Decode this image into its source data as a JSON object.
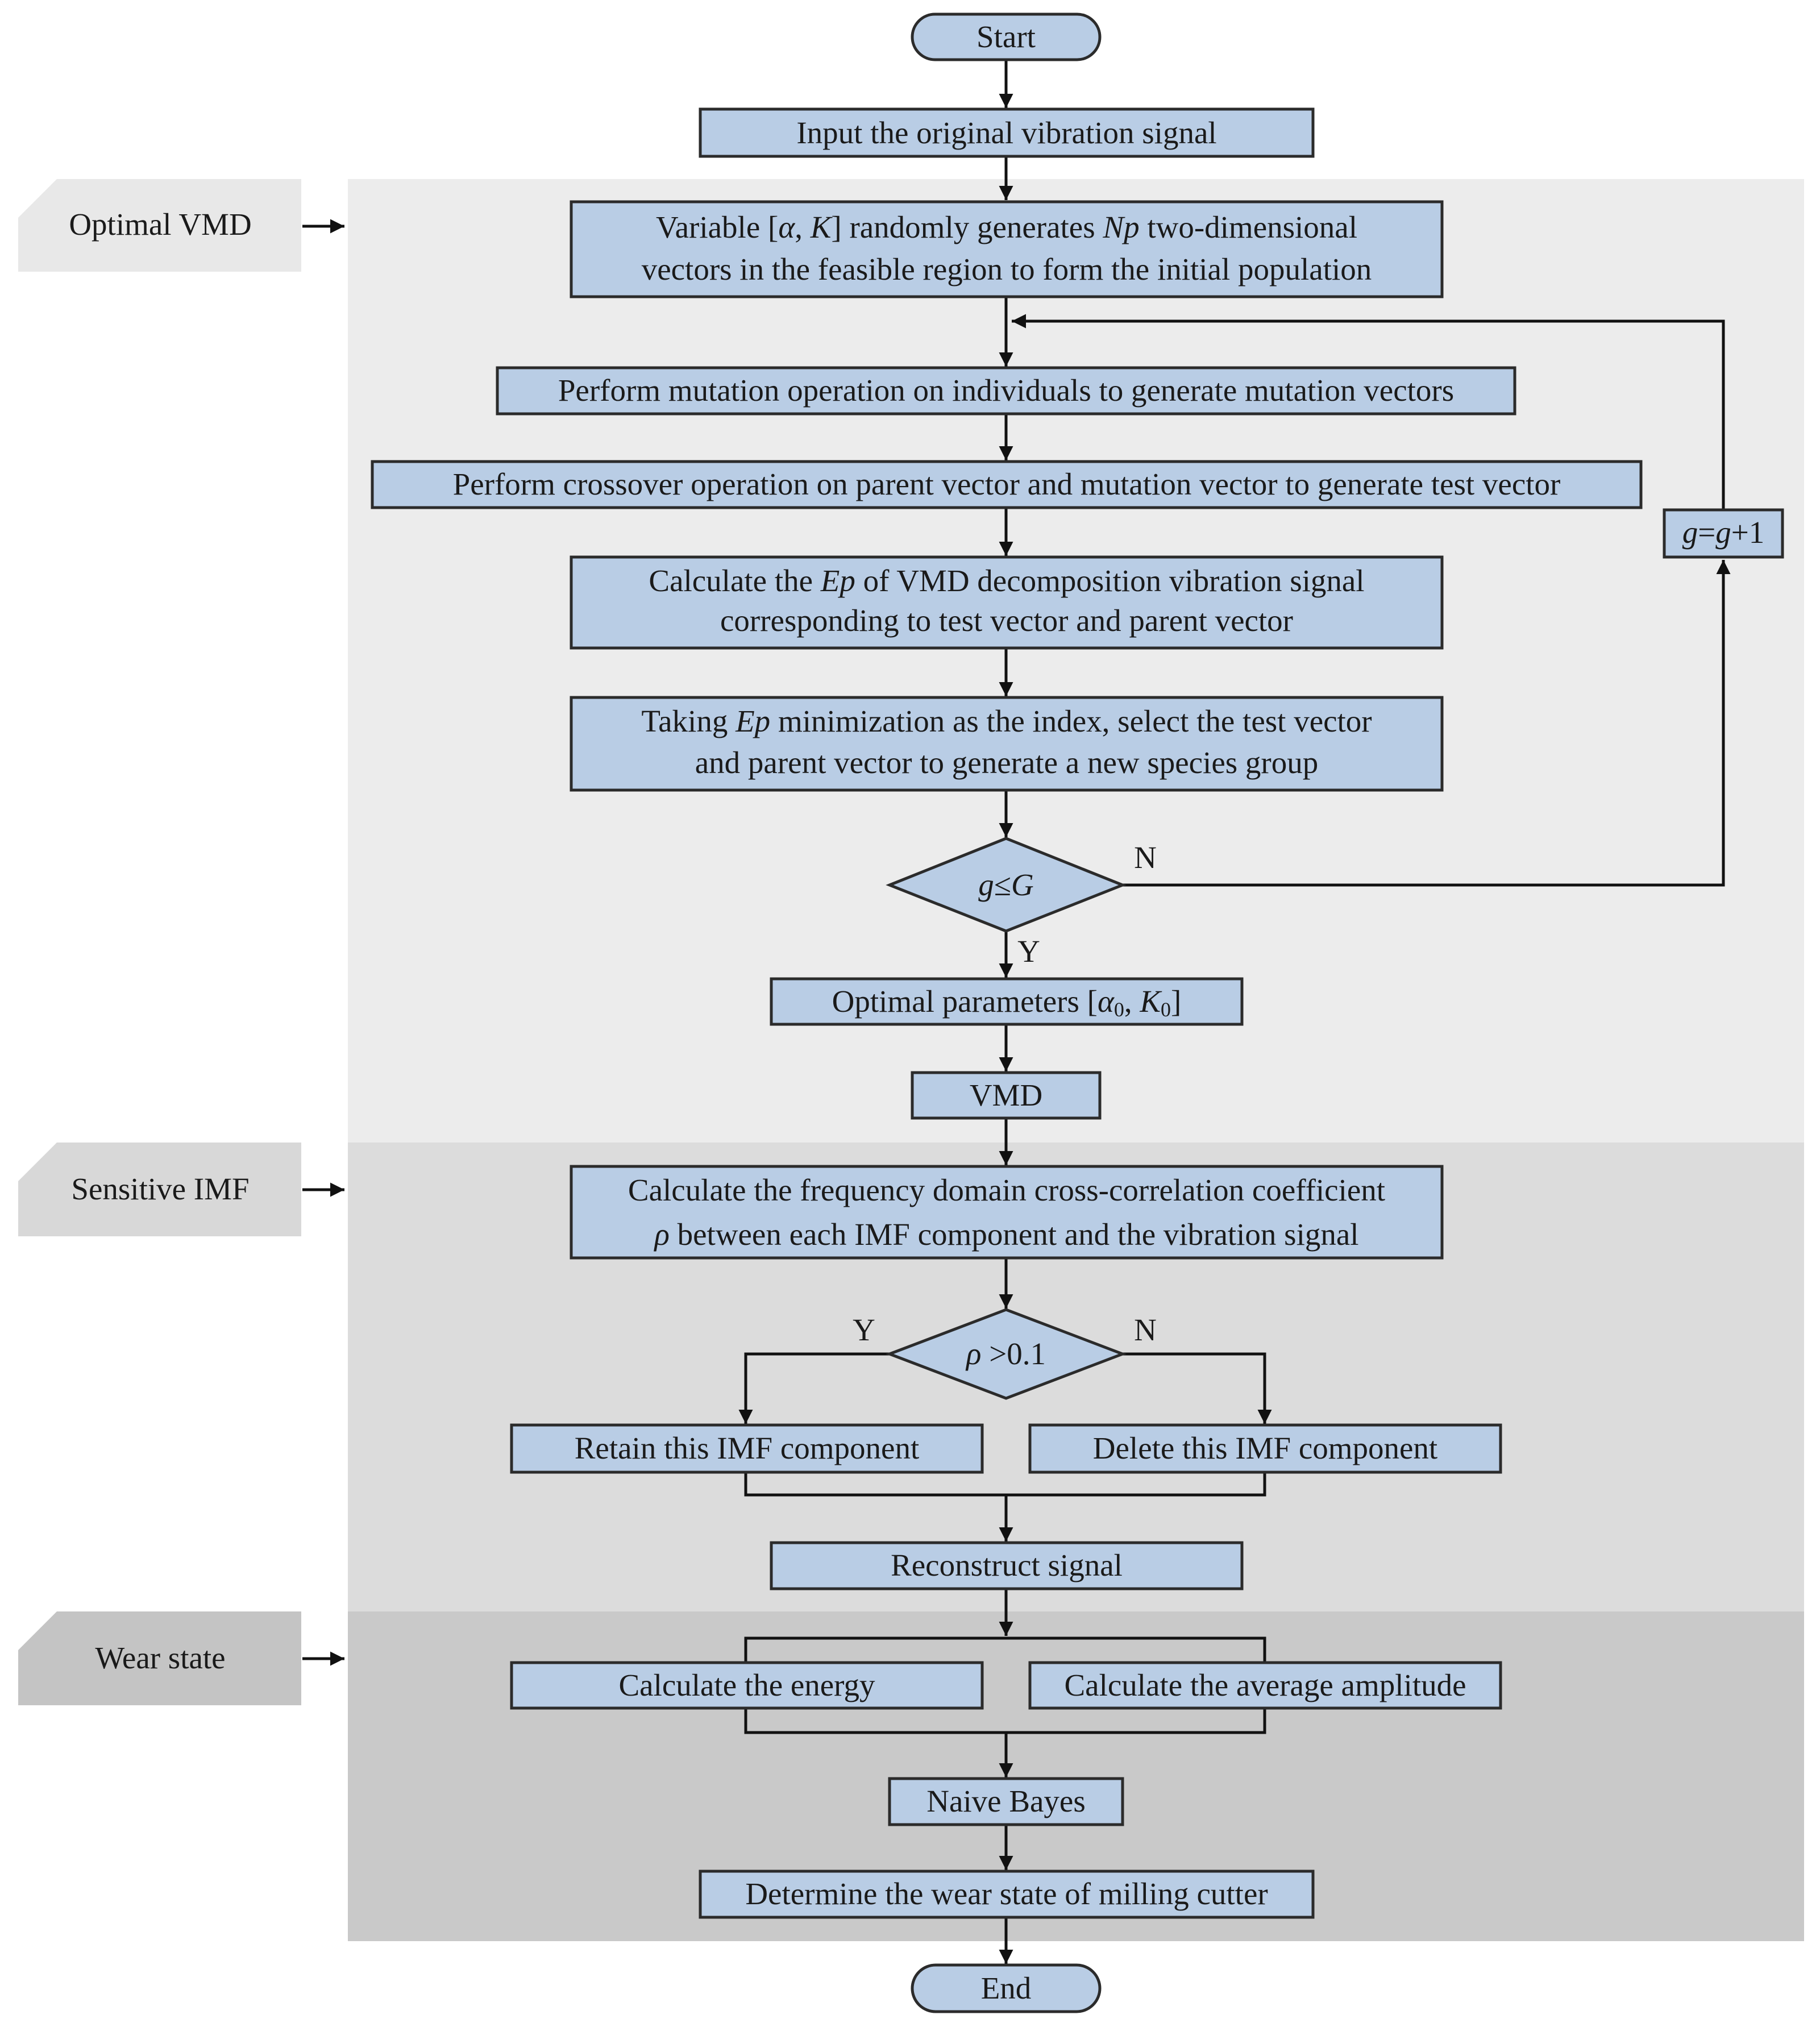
{
  "flowchart": {
    "start": "Start",
    "end": "End",
    "steps": {
      "input": "Input the original vibration signal",
      "init_line1": [
        "Variable [",
        "α",
        ", ",
        "K",
        "] randomly generates ",
        "Np",
        " two-dimensional"
      ],
      "init_line2": "vectors in the feasible region to form the initial population",
      "mutation": "Perform mutation operation on individuals to generate mutation vectors",
      "crossover": "Perform crossover operation on parent vector and mutation vector to generate test vector",
      "calc_ep_line1": [
        "Calculate the ",
        "Ep",
        " of VMD decomposition vibration signal"
      ],
      "calc_ep_line2": "corresponding to test vector and parent vector",
      "select_line1": [
        "Taking ",
        "Ep",
        " minimization as the index, select the test vector"
      ],
      "select_line2": "and parent vector to generate a new species group",
      "optimal_params": [
        "Optimal parameters [",
        "α",
        "0",
        ", ",
        "K",
        "0",
        "]"
      ],
      "vmd": "VMD",
      "crosscorr_line1": "Calculate the frequency domain cross-correlation coefficient",
      "crosscorr_line2": [
        "ρ",
        " between each IMF component and the vibration signal"
      ],
      "retain": "Retain this IMF component",
      "delete": "Delete this IMF component",
      "reconstruct": "Reconstruct signal",
      "energy": "Calculate the energy",
      "amplitude": "Calculate the average amplitude",
      "naive_bayes": "Naive Bayes",
      "determine": "Determine the wear state of milling cutter",
      "increment": [
        "g",
        "=",
        "g",
        "+1"
      ]
    },
    "decisions": {
      "generation": [
        "g",
        "≤",
        "G"
      ],
      "rho": [
        "ρ",
        " >0.1"
      ]
    },
    "branch_labels": {
      "yes": "Y",
      "no": "N"
    }
  },
  "stages": [
    {
      "label": "Optimal VMD",
      "color": "#ececec"
    },
    {
      "label": "Sensitive IMF",
      "color": "#dcdcdc"
    },
    {
      "label": "Wear state",
      "color": "#c9c9c9"
    }
  ],
  "colors": {
    "box_fill": "#b9cde5",
    "box_stroke": "#2b2b2b",
    "connector": "#111111"
  }
}
